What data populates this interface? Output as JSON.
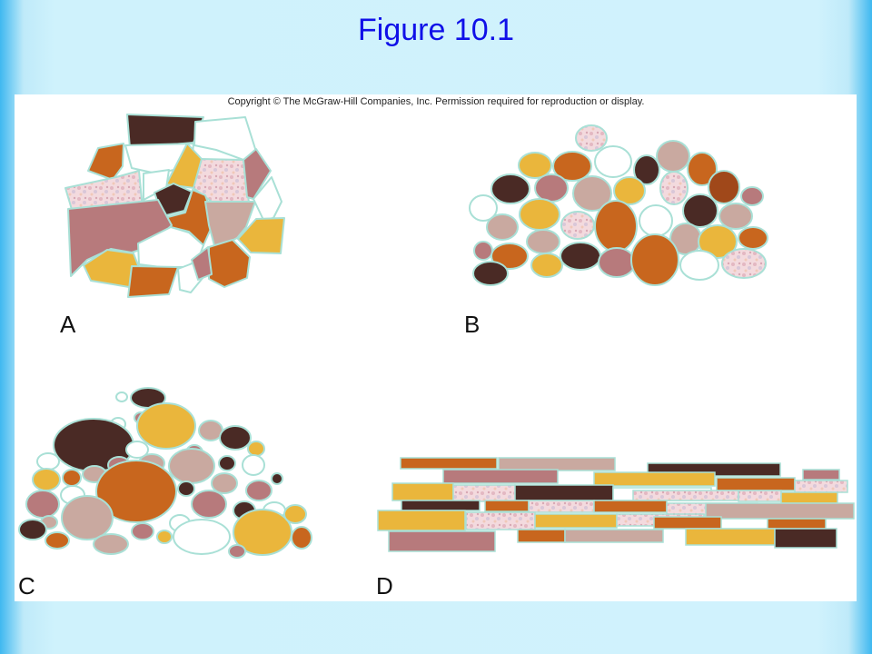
{
  "title": "Figure 10.1",
  "copyright": "Copyright © The McGraw-Hill Companies, Inc. Permission required for reproduction or display.",
  "panels": [
    {
      "label": "A"
    },
    {
      "label": "B"
    },
    {
      "label": "C"
    },
    {
      "label": "D"
    }
  ],
  "colors": {
    "background": "#cff2fc",
    "title": "#1010e8",
    "dark_brown": "#4a2a25",
    "orange_brown": "#c8661e",
    "gold": "#eab63c",
    "mauve": "#b77a7c",
    "taupe": "#c9a9a0",
    "pink_speckled": "#efd4d6",
    "white_clast": "#ffffff",
    "cement_rim": "#a9e0d6"
  }
}
